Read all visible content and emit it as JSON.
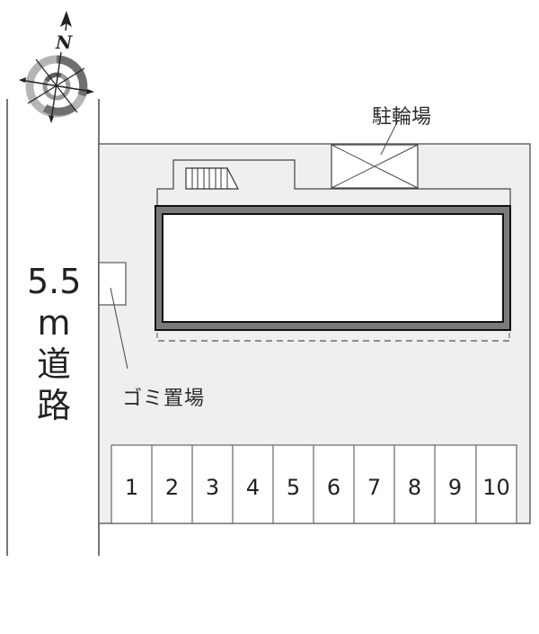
{
  "compass": {
    "label": "N",
    "icon": "north-arrow-compass-icon"
  },
  "road": {
    "width_label": "5.5",
    "unit_label": "m",
    "name_line1": "道",
    "name_line2": "路"
  },
  "labels": {
    "bicycle_parking": "駐輪場",
    "garbage_area": "ゴミ置場"
  },
  "parking": {
    "stalls": [
      {
        "number": "1"
      },
      {
        "number": "2"
      },
      {
        "number": "3"
      },
      {
        "number": "4"
      },
      {
        "number": "5"
      },
      {
        "number": "6"
      },
      {
        "number": "7"
      },
      {
        "number": "8"
      },
      {
        "number": "9"
      },
      {
        "number": "10"
      }
    ]
  },
  "colors": {
    "lot_fill": "#efefef",
    "building_wall": "#7a7a7a",
    "line": "#555555",
    "compass_ring_light": "#b5b5b5",
    "compass_ring_dark": "#6e6e6e"
  }
}
